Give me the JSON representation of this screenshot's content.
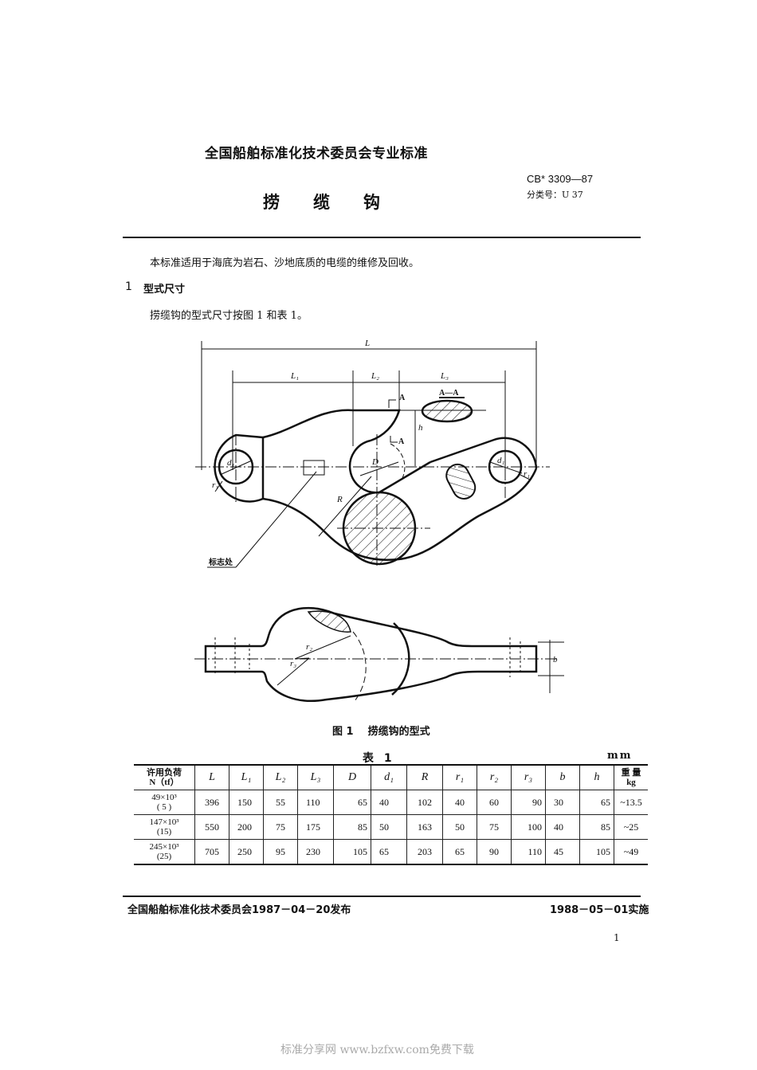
{
  "header": {
    "organization_title": "全国船舶标准化技术委员会专业标准",
    "standard_code": "CB* 3309—87",
    "classification": "分类号：U 37",
    "document_title": "捞缆钩"
  },
  "body": {
    "scope_text": "本标准适用于海底为岩石、沙地底质的电缆的维修及回收。",
    "section": {
      "number": "1",
      "title": "型式尺寸",
      "text": "捞缆钩的型式尺寸按图 1 和表 1。"
    }
  },
  "figure": {
    "labels": {
      "L": "L",
      "L1": "L₁",
      "L2": "L₂",
      "L3": "L₃",
      "section_mark": "A",
      "section_view": "A—A",
      "h": "h",
      "D": "D",
      "R": "R",
      "d1_left": "d₁",
      "d1_right": "d₁",
      "r1_left": "r₁",
      "r1_right": "r₁",
      "r2": "r₂",
      "r3": "r₃",
      "b": "b",
      "marking_location": "标志处"
    },
    "caption_number": "图 1",
    "caption_text": "捞缆钩的型式"
  },
  "table": {
    "title": "表 1",
    "unit": "mm",
    "headers": {
      "load_line1": "许用负荷",
      "load_line2": "N（tf）",
      "columns": [
        "L",
        "L₁",
        "L₂",
        "L₃",
        "D",
        "d₁",
        "R",
        "r₁",
        "r₂",
        "r₃",
        "b",
        "h"
      ],
      "mass_line1": "重 量",
      "mass_line2": "kg"
    },
    "rows": [
      {
        "load_n": "49×10³",
        "load_tf": "( 5 )",
        "values": [
          "396",
          "150",
          "55",
          "110",
          "65",
          "40",
          "102",
          "40",
          "60",
          "90",
          "30",
          "65"
        ],
        "mass": "~13.5"
      },
      {
        "load_n": "147×10³",
        "load_tf": "(15)",
        "values": [
          "550",
          "200",
          "75",
          "175",
          "85",
          "50",
          "163",
          "50",
          "75",
          "100",
          "40",
          "85"
        ],
        "mass": "~25"
      },
      {
        "load_n": "245×10³",
        "load_tf": "(25)",
        "values": [
          "705",
          "250",
          "95",
          "230",
          "105",
          "65",
          "203",
          "65",
          "90",
          "110",
          "45",
          "105"
        ],
        "mass": "~49"
      }
    ]
  },
  "footer": {
    "issued": "全国船舶标准化技术委员会1987－04－20发布",
    "effective": "1988－05－01实施",
    "page_number": "1"
  },
  "watermark": "标准分享网 www.bzfxw.com免费下载"
}
